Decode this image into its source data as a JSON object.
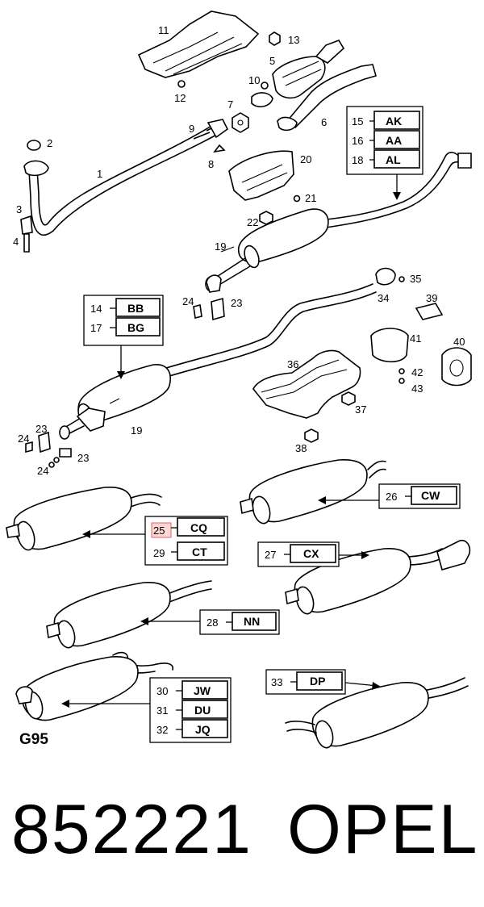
{
  "diagram": {
    "callouts": [
      "1",
      "2",
      "3",
      "4",
      "5",
      "6",
      "7",
      "8",
      "9",
      "10",
      "11",
      "12",
      "13",
      "19",
      "20",
      "21",
      "22",
      "23",
      "24",
      "34",
      "35",
      "36",
      "37",
      "38",
      "39",
      "40",
      "41",
      "42",
      "43"
    ],
    "callouts_lower": [
      "19",
      "23",
      "24",
      "24",
      "23"
    ],
    "code_groups": [
      {
        "rows": [
          {
            "num": "15",
            "code": "AK"
          },
          {
            "num": "16",
            "code": "AA"
          },
          {
            "num": "18",
            "code": "AL"
          }
        ]
      },
      {
        "rows": [
          {
            "num": "14",
            "code": "BB"
          },
          {
            "num": "17",
            "code": "BG"
          }
        ]
      },
      {
        "rows": [
          {
            "num": "26",
            "code": "CW"
          }
        ]
      },
      {
        "rows": [
          {
            "num": "25",
            "code": "CQ",
            "highlighted": true
          },
          {
            "num": "29",
            "code": "CT"
          }
        ]
      },
      {
        "rows": [
          {
            "num": "27",
            "code": "CX"
          }
        ]
      },
      {
        "rows": [
          {
            "num": "28",
            "code": "NN"
          }
        ]
      },
      {
        "rows": [
          {
            "num": "33",
            "code": "DP"
          }
        ]
      },
      {
        "rows": [
          {
            "num": "30",
            "code": "JW"
          },
          {
            "num": "31",
            "code": "DU"
          },
          {
            "num": "32",
            "code": "JQ"
          }
        ]
      }
    ],
    "group_label": "G95"
  },
  "footer": {
    "part_number": "852221",
    "brand": "OPEL"
  }
}
